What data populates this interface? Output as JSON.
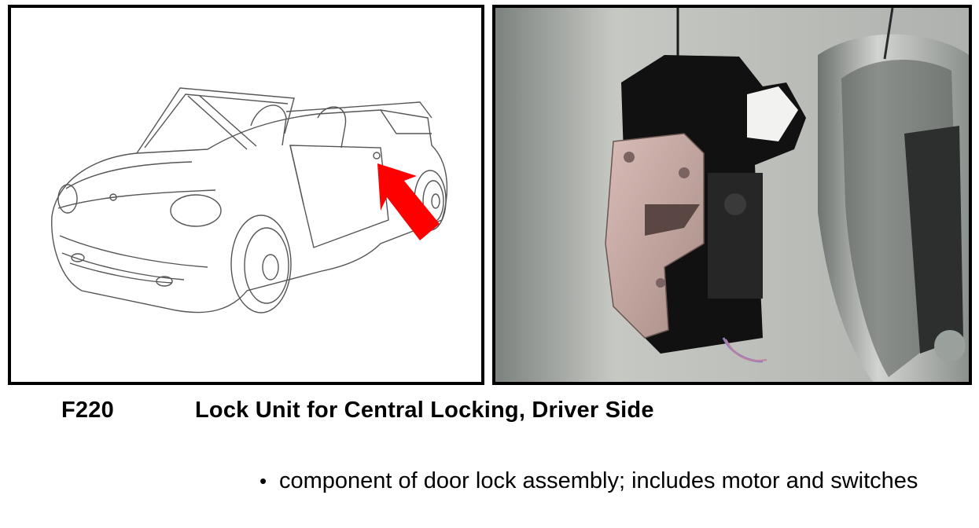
{
  "component": {
    "code": "F220",
    "title": "Lock Unit for Central Locking, Driver Side"
  },
  "bullets": [
    "component of door lock assembly; includes motor and switches"
  ],
  "colors": {
    "arrow": "#ff0000",
    "border": "#000000",
    "latch_plate": "#c9a9a8"
  },
  "icons": {
    "bullet": "•"
  }
}
